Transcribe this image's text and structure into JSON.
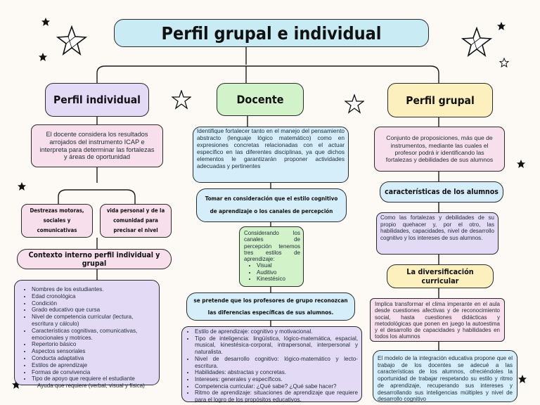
{
  "title": "Perfil grupal e individual",
  "left": {
    "header": "Perfil individual",
    "description": "El docente considera los resultados arrojados del instrumento ICAP e interpreta para determinar las fortalezas y áreas de oportunidad",
    "sub_left": "Destrezas motoras, sociales y comunicativas",
    "sub_right": "vida personal y de la comunidad para precisar el nivel",
    "context_header": "Contexto interno perfil individual y grupal",
    "context_items": [
      "Nombres de los estudiantes.",
      "Edad cronológica",
      "Condición",
      "Grado educativo que cursa",
      "Nivel de competencia curricular (lectura, escritura y cálculo)",
      "Características cognitivas, comunicativas, emocionales y motrices.",
      "Repertorio básico",
      "Aspectos sensoriales",
      "Conducta adaptativa",
      "Estilos de aprendizaje",
      "Formas de convivencia",
      "Tipo de apoyo que requiere el estudiante"
    ],
    "context_extra": "Ayuda que requiere (verbal, visual y física)"
  },
  "center": {
    "header": "Docente",
    "description": "Identifique fortalecer tanto en el manejo del pensamiento abstracto (lenguaje lógico matemático) como en expresiones concretas relacionadas con el actuar específico en las diferentes disciplinas, ya que dichos elementos le garantizarán proponer actividades adecuadas y pertinentes",
    "cognitive_header": "Tomar en consideración que el estilo cognitivo de aprendizaje o los canales de percepción",
    "channels_intro": "Considerando los canales de percepción tenemos tres estilos de aprendizaje:",
    "channels": [
      "Visual",
      "Auditivo",
      "Kinestésico"
    ],
    "group_header": "se pretende que los profesores de grupo reconozcan las diferencias específicas de sus alumnos.",
    "group_items": [
      "Estilo de aprendizaje: cognitivo y motivacional.",
      "Tipo de inteligencia: lingüística, lógico-matemática, espacial, musical, kinestésica-corporal, intrapersonal, interpersonal y naturalista.",
      "Nivel de desarrollo cognitivo: lógico-matemático y lecto-escritura.",
      "Habilidades: abstractas y concretas.",
      "Intereses: generales y específicos.",
      "Competencia curricular: ¿Qué sabe? ¿Qué sabe hacer?",
      "Ritmo de aprendizaje: situaciones de aprendizaje que requiere para el logro de los propósitos educativos."
    ]
  },
  "right": {
    "header": "Perfil grupal",
    "description": "Conjunto de proposiciones, más que de instrumentos, mediante las cuales el profesor podrá ir identificando las fortalezas y debilidades de sus alumnos",
    "characteristics_header": "características de los alumnos",
    "characteristics_text": "Como las fortalezas y debilidades de su propio quehacer y, por el otro, las habilidades, capacidades, nivel de desarrollo cognitivo y los intereses de sus alumnos.",
    "diversification_header": "La diversificación curricular",
    "diversification_text": "Implica transformar el clima imperante en el aula desde cuestiones afectivas y de reconocimiento social, hasta cuestiones didácticas y metodológicas que ponen en juego la autoestima y el desarrollo de capacidades y habilidades en todos los alumnos",
    "integration_text": "El modelo de la integración educativa propone que el trabajo de los docentes se adecué a las características de los alumnos, ofreciéndoles la oportunidad de trabajar respetando su estilo y ritmo de aprendizaje, recuperando sus intereses y desarrollando sus inteligencias múltiples y nivel de desarrollo cognitivo"
  },
  "colors": {
    "title_bg": "#c9ecf4",
    "lavender": "#e3dbf6",
    "green": "#d2f2c9",
    "yellow": "#fcf0bf",
    "pink": "#f8dfec",
    "blue": "#d5eef9",
    "line": "#1a1a1a"
  },
  "icons": [
    "star-icon"
  ]
}
